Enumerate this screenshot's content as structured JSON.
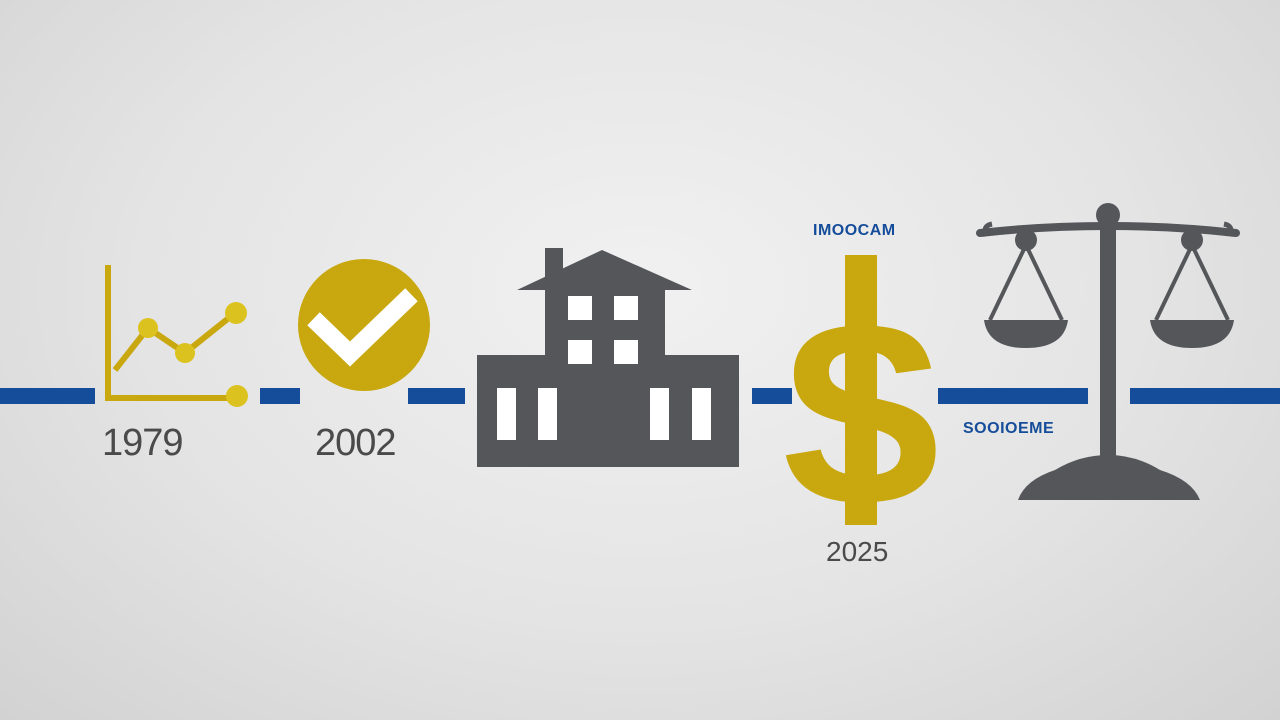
{
  "timeline": {
    "line_color": "#164d9a",
    "accent_color": "#c9a80f",
    "icon_color": "#54565a",
    "milestones": [
      {
        "icon": "line-chart-icon",
        "year": "1979"
      },
      {
        "icon": "check-circle-icon",
        "year": "2002"
      },
      {
        "icon": "building-icon"
      },
      {
        "icon": "dollar-sign-icon",
        "year": "2025",
        "caption": "IMOOCAM"
      },
      {
        "icon": "balance-scale-icon",
        "caption": "SOOIOEME"
      }
    ]
  }
}
